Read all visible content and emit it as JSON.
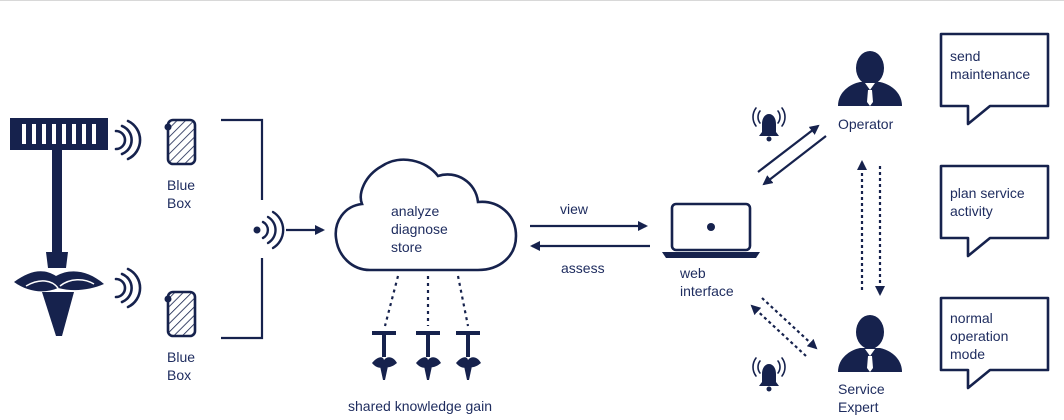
{
  "colors": {
    "ink": "#16224d",
    "line": "#16224d",
    "background": "#ffffff"
  },
  "sensors": {
    "top": {
      "line1": "Blue",
      "line2": "Box"
    },
    "bottom": {
      "line1": "Blue",
      "line2": "Box"
    }
  },
  "cloud": {
    "line1": "analyze",
    "line2": "diagnose",
    "line3": "store"
  },
  "flows": {
    "view": "view",
    "assess": "assess"
  },
  "web": {
    "line1": "web",
    "line2": "interface"
  },
  "knowledge": {
    "label": "shared knowledge gain"
  },
  "people": {
    "operator": {
      "label": "Operator"
    },
    "expert": {
      "line1": "Service",
      "line2": "Expert"
    }
  },
  "bubbles": {
    "maintenance": {
      "line1": "send",
      "line2": "maintenance"
    },
    "service": {
      "line1": "plan service",
      "line2": "activity"
    },
    "normal": {
      "line1": "normal",
      "line2": "operation",
      "line3": "mode"
    }
  },
  "icons": [
    "turbine-icon",
    "wireless-icon",
    "blue-box-icon",
    "cloud-icon",
    "laptop-icon",
    "bell-icon",
    "person-icon",
    "speech-bubble-icon",
    "propeller-icon"
  ]
}
